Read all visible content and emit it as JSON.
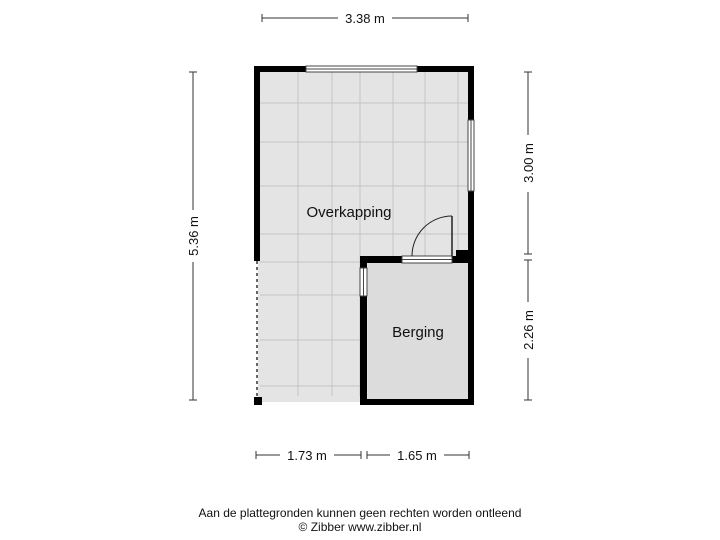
{
  "plan": {
    "rooms": [
      {
        "name": "Overkapping"
      },
      {
        "name": "Berging"
      }
    ],
    "dimensions": {
      "total_width": "3.38 m",
      "total_height": "5.36 m",
      "right_upper": "3.00 m",
      "right_lower": "2.26 m",
      "bottom_left": "1.73 m",
      "bottom_right": "1.65 m"
    },
    "colors": {
      "wall": "#000000",
      "floor_overkapping": "#e4e4e4",
      "floor_berging": "#dcdcdc",
      "tile_line": "#c4c4c4",
      "dimension_line": "#333333"
    }
  },
  "footer": {
    "disclaimer": "Aan de plattegronden kunnen geen rechten worden ontleend",
    "copyright": "© Zibber www.zibber.nl"
  }
}
